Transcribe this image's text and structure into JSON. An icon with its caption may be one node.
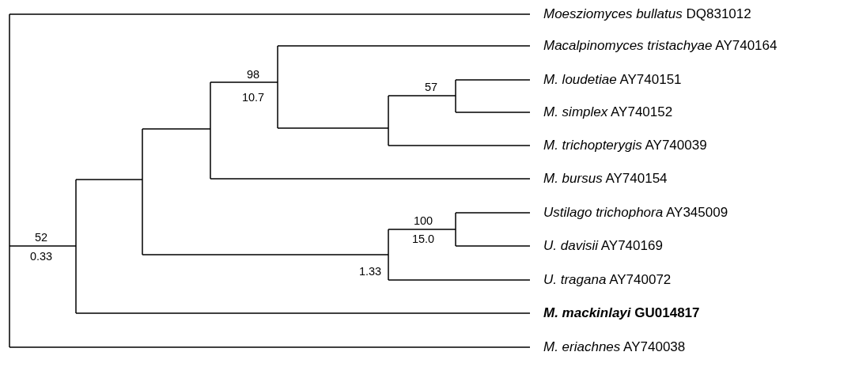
{
  "diagram": {
    "labels": [
      "*Moesziomyces bullatus* DQ831012",
      "*Macalpinomyces tristachyae* AY740164",
      "98",
      "*M. loudetiae* AY740151",
      "57",
      "10.7",
      "*M. simplex* AY740152",
      "*M. trichopterygis* AY740039",
      "*M. bursus* AY740154",
      "*Ustilago trichophora* AY345009",
      "100",
      "52",
      "*U. davisii* AY740169",
      "15.0",
      "0.33",
      "1.33",
      "*U. tragana* AY740072",
      "*M. mackinlayi* GU014817",
      "*M. eriachnes* AY740038"
    ]
  }
}
